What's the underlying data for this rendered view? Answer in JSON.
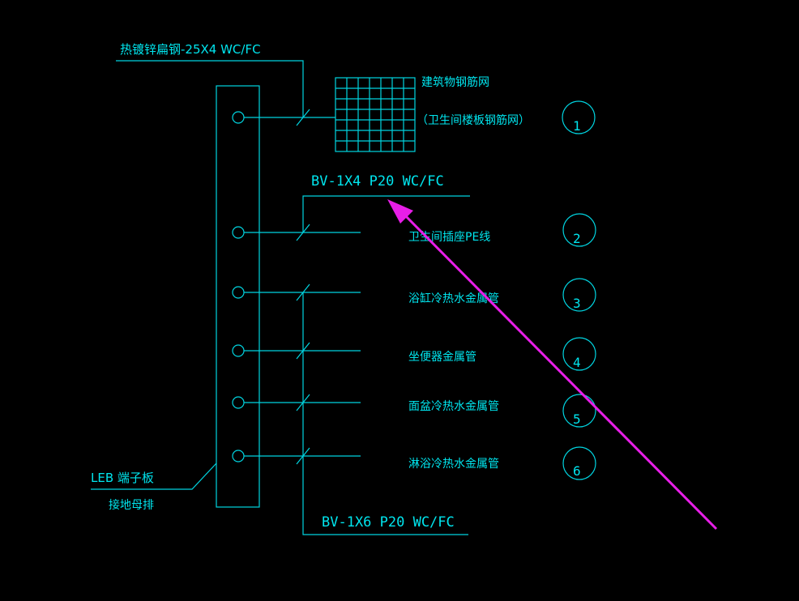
{
  "diagram": {
    "colors": {
      "background": "#000000",
      "line": "#00d4e0",
      "text": "#00e5ee",
      "arrow": "#e81ee8"
    },
    "labels": {
      "top_flat_steel": "热镀锌扁钢-25X4 WC/FC",
      "mesh_title": "建筑物钢筋网",
      "mesh_subtitle": "（卫生间楼板钢筋网）",
      "wire_bv4": "BV-1X4 P20 WC/FC",
      "wire_bv6": "BV-1X6 P20 WC/FC",
      "leb_line1": "LEB 端子板",
      "leb_line2": "接地母排"
    },
    "items": [
      {
        "number": "1",
        "label": ""
      },
      {
        "number": "2",
        "label": "卫生间插座PE线"
      },
      {
        "number": "3",
        "label": "浴缸冷热水金属管"
      },
      {
        "number": "4",
        "label": "坐便器金属管"
      },
      {
        "number": "5",
        "label": "面盆冷热水金属管"
      },
      {
        "number": "6",
        "label": "淋浴冷热水金属管"
      }
    ]
  }
}
